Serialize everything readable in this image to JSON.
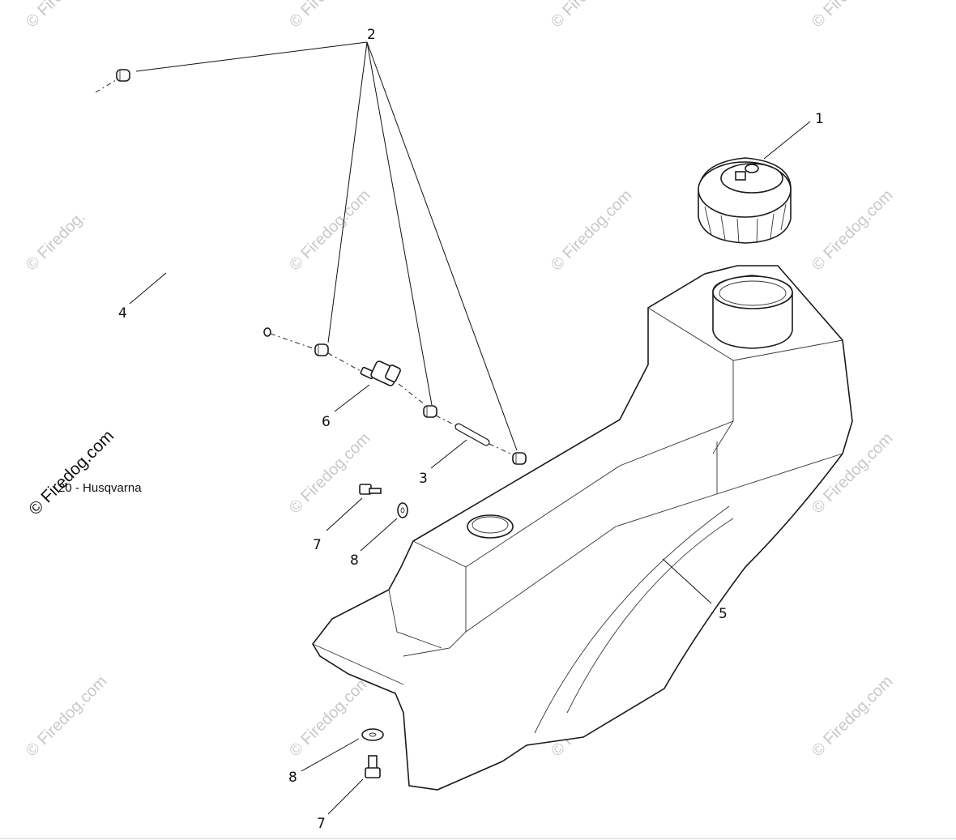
{
  "callouts": {
    "c1": "1",
    "c2": "2",
    "c3": "3",
    "c4": "4",
    "c5": "5",
    "c6": "6",
    "c7a": "7",
    "c7b": "7",
    "c8a": "8",
    "c8b": "8"
  },
  "caption": "20 - Husqvarna",
  "brand_stamp": "© Firedog.com",
  "watermark": "© Firedog.com"
}
